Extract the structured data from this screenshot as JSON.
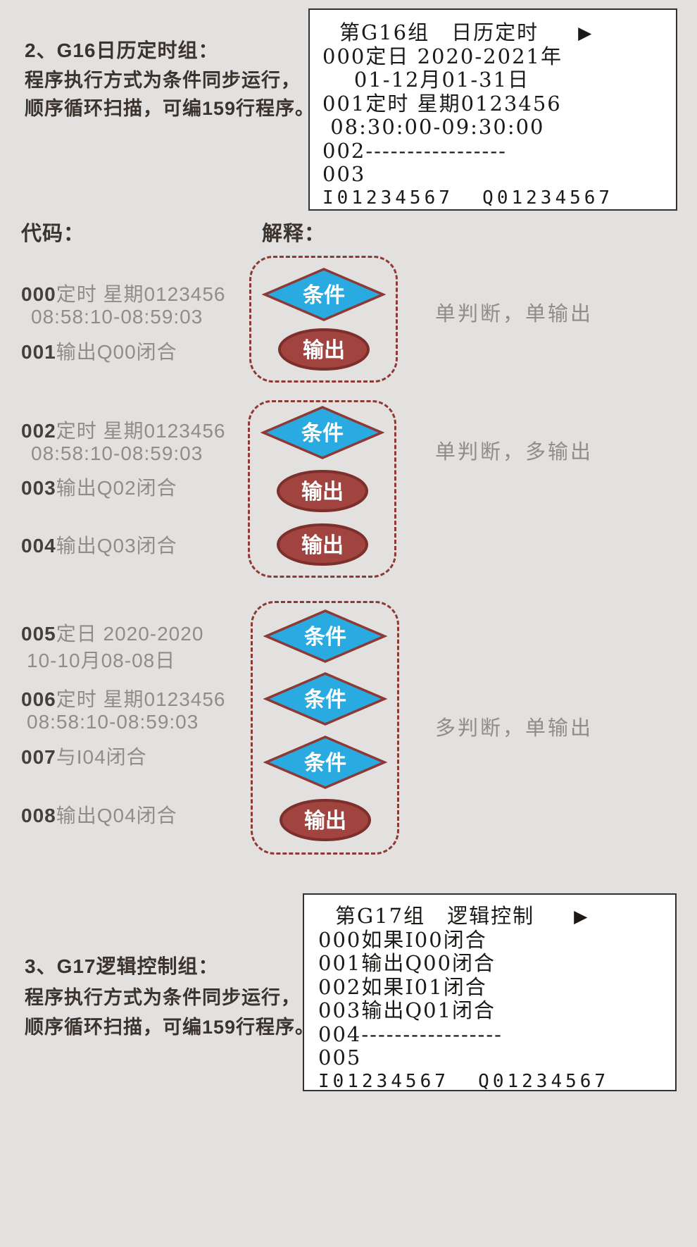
{
  "colors": {
    "page-bg": "#e3e1df",
    "text-dark": "#3a332e",
    "text-gray": "#918c87",
    "screen-text": "#1c1916",
    "diamond-fill": "#29abe2",
    "shape-stroke": "#8d3a37",
    "ellipse-fill": "#a14440",
    "ellipse-stroke": "#7d2f2c"
  },
  "g16": {
    "title": "2、G16日历定时组：",
    "desc_line1": "程序执行方式为条件同步运行，",
    "desc_line2": "顺序循环扫描，可编159行程序。",
    "screen": {
      "title": "第G16组　日历定时",
      "arrow": "▶",
      "lines": [
        "000定日 2020-2021年",
        "    01-12月01-31日",
        "001定时 星期0123456",
        " 08:30:00-09:30:00",
        "002-----------------",
        "003",
        "I01234567  Q01234567"
      ]
    }
  },
  "labels": {
    "code": "代码：",
    "explain": "解释："
  },
  "code_lines": [
    {
      "num": "000",
      "text": "定时 星期0123456"
    },
    {
      "num": "",
      "text": "08:58:10-08:59:03"
    },
    {
      "num": "001",
      "text": "输出Q00闭合"
    },
    {
      "num": "002",
      "text": "定时 星期0123456"
    },
    {
      "num": "",
      "text": "08:58:10-08:59:03"
    },
    {
      "num": "003",
      "text": "输出Q02闭合"
    },
    {
      "num": "004",
      "text": "输出Q03闭合"
    },
    {
      "num": "005",
      "text": "定日 2020-2020"
    },
    {
      "num": "",
      "text": "10-10月08-08日"
    },
    {
      "num": "006",
      "text": "定时 星期0123456"
    },
    {
      "num": "",
      "text": "08:58:10-08:59:03"
    },
    {
      "num": "007",
      "text": "与I04闭合"
    },
    {
      "num": "008",
      "text": "输出Q04闭合"
    }
  ],
  "flow": {
    "condition": "条件",
    "output": "输出",
    "captions": [
      "单判断，单输出",
      "单判断，多输出",
      "多判断，单输出"
    ]
  },
  "g17": {
    "title": "3、G17逻辑控制组：",
    "desc_line1": "程序执行方式为条件同步运行，",
    "desc_line2": "顺序循环扫描，可编159行程序。",
    "screen": {
      "title": "第G17组　逻辑控制",
      "arrow": "▶",
      "lines": [
        "000如果I00闭合",
        "001输出Q00闭合",
        "002如果I01闭合",
        "003输出Q01闭合",
        "004-----------------",
        "005",
        "I01234567  Q01234567"
      ]
    }
  }
}
